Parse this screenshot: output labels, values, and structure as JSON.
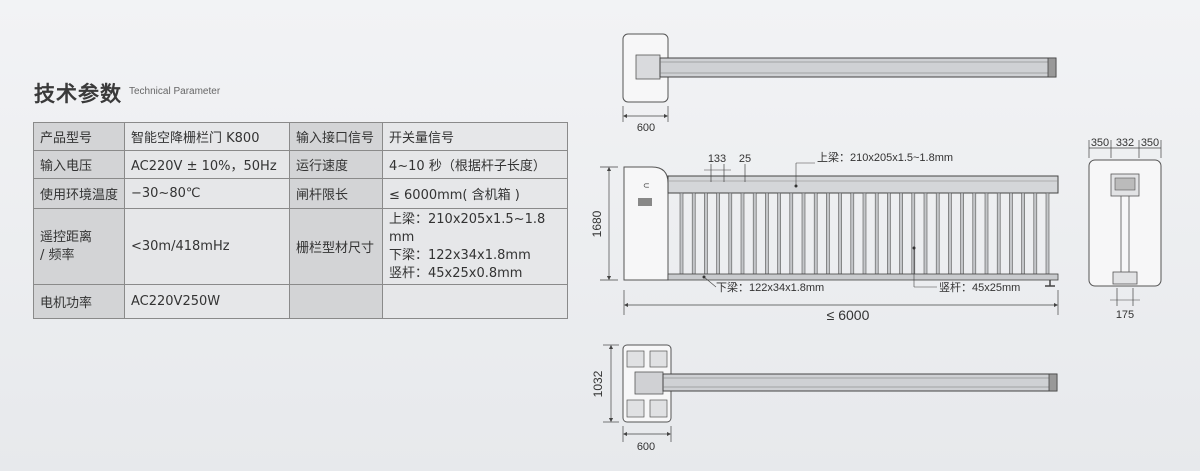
{
  "heading": {
    "cn": "技术参数",
    "en": "Technical Parameter"
  },
  "table": {
    "rows": [
      {
        "k1": "产品型号",
        "v1": "智能空降栅栏门 K800",
        "k2": "输入接口信号",
        "v2": "开关量信号"
      },
      {
        "k1": "输入电压",
        "v1": "AC220V ± 10%，50Hz",
        "k2": "运行速度",
        "v2": "4~10 秒（根据杆子长度）"
      },
      {
        "k1": "使用环境温度",
        "v1": "−30~80℃",
        "k2": "闸杆限长",
        "v2": "≤ 6000mm( 含机箱 )"
      },
      {
        "k1": "遥控距离",
        "k1b": "/ 频率",
        "v1": "<30m/418mHz",
        "k2": "栅栏型材尺寸",
        "v2a": "上梁：210x205x1.5~1.8 mm",
        "v2b": "下梁：122x34x1.8mm",
        "v2c": "竖杆：45x25x0.8mm"
      },
      {
        "k1": "电机功率",
        "v1": "AC220V250W",
        "k2": "",
        "v2": ""
      }
    ]
  },
  "dims": {
    "top_width": "600",
    "bottom_width": "600",
    "bottom_height": "1032",
    "front_height": "1680",
    "front_length": "≤ 6000",
    "pitch": "133",
    "gap": "25",
    "upper_beam": "上梁：210x205x1.5~1.8mm",
    "lower_beam": "下梁：122x34x1.8mm",
    "vertical_bar": "竖杆：45x25mm",
    "side_a": "350",
    "side_b": "332",
    "side_c": "350",
    "side_bottom": "175"
  }
}
